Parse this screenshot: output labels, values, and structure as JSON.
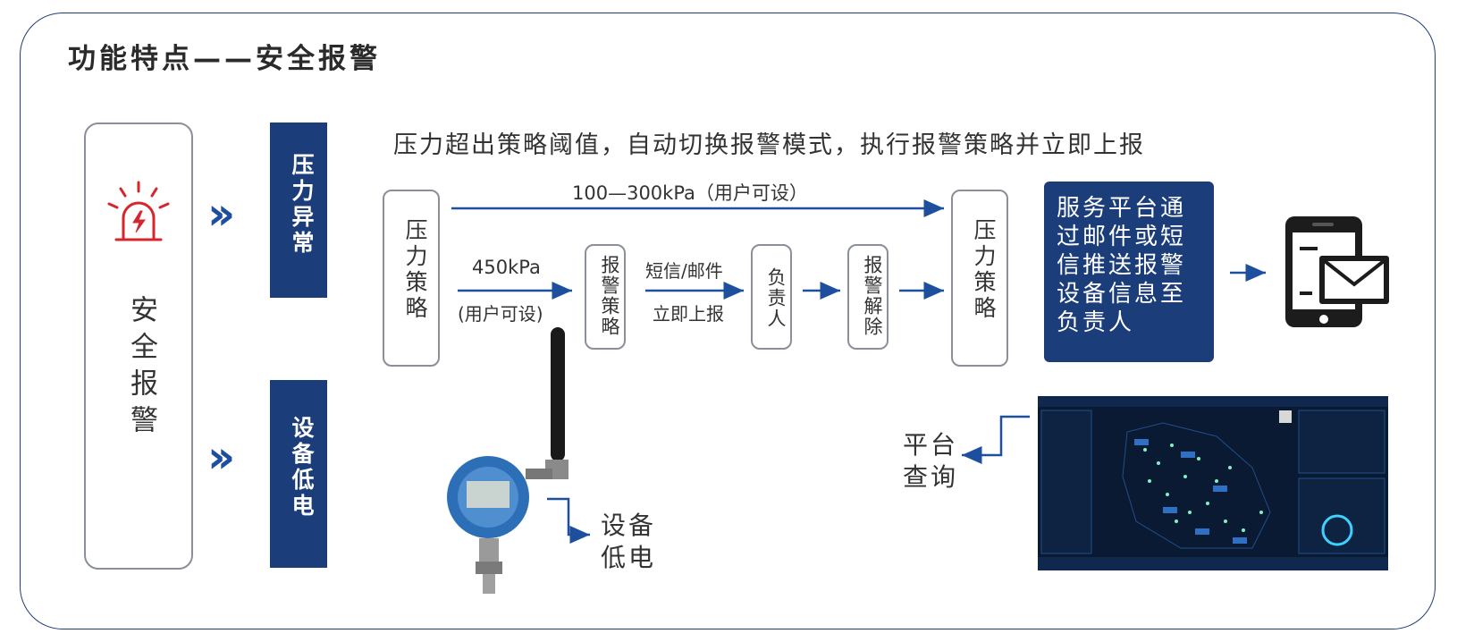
{
  "title": "功能特点——安全报警",
  "left_label": "安全报警",
  "triggers": [
    {
      "label": "压力异常"
    },
    {
      "label": "设备低电"
    }
  ],
  "headline": "压力超出策略阈值，自动切换报警模式，执行报警策略并立即上报",
  "flow": {
    "pressure_strategy_left": "压力策略",
    "top_range": "100—300kPa（用户可设）",
    "threshold_value": "450kPa",
    "threshold_note": "(用户可设)",
    "alarm_strategy": "报警策略",
    "notify_top": "短信/邮件",
    "notify_bottom": "立即上报",
    "responsible": "负责人",
    "alarm_release": "报警解除",
    "pressure_strategy_right": "压力策略"
  },
  "platform_text": "服务平台通过邮件或短信推送报警设备信息至负责人",
  "platform_query": "平台查询",
  "device_low_power": "设备低电",
  "colors": {
    "navy": "#1b3d79",
    "frame": "#1e3c78",
    "alarm_red": "#d6262d",
    "chevron_blue": "#1e4f9e"
  },
  "icons": {
    "alarm": "alarm-light-icon",
    "phone": "phone-mail-icon",
    "chevron": "double-chevron-icon"
  }
}
